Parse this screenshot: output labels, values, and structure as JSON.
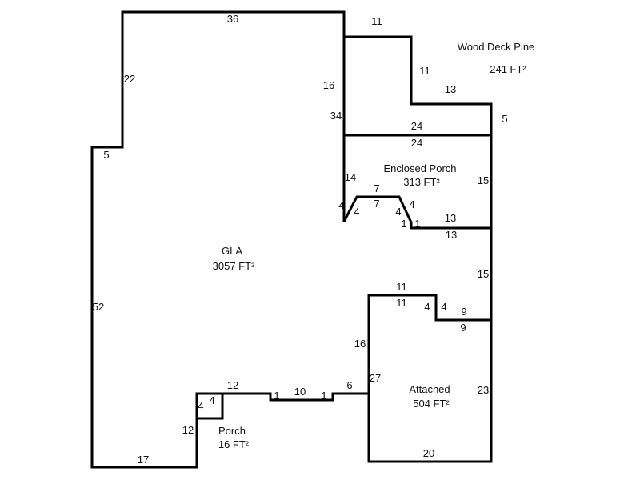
{
  "areas": [
    {
      "name": "GLA",
      "area": "3057 FT²"
    },
    {
      "name": "Wood Deck Pine",
      "area": "241 FT²"
    },
    {
      "name": "Enclosed Porch",
      "area": "313 FT²"
    },
    {
      "name": "Attached",
      "area": "504 FT²"
    },
    {
      "name": "Porch",
      "area": "16 FT²"
    }
  ],
  "dims": [
    "36",
    "22",
    "5",
    "52",
    "17",
    "12",
    "4",
    "4",
    "12",
    "1",
    "10",
    "1",
    "6",
    "27",
    "16",
    "34",
    "16",
    "11",
    "11",
    "13",
    "5",
    "24",
    "24",
    "14",
    "15",
    "7",
    "7",
    "4",
    "4",
    "4",
    "4",
    "1",
    "1",
    "13",
    "13",
    "15",
    "11",
    "11",
    "4",
    "4",
    "9",
    "9",
    "23",
    "20"
  ],
  "colors": {
    "line": "#000000",
    "text": "#111111"
  }
}
